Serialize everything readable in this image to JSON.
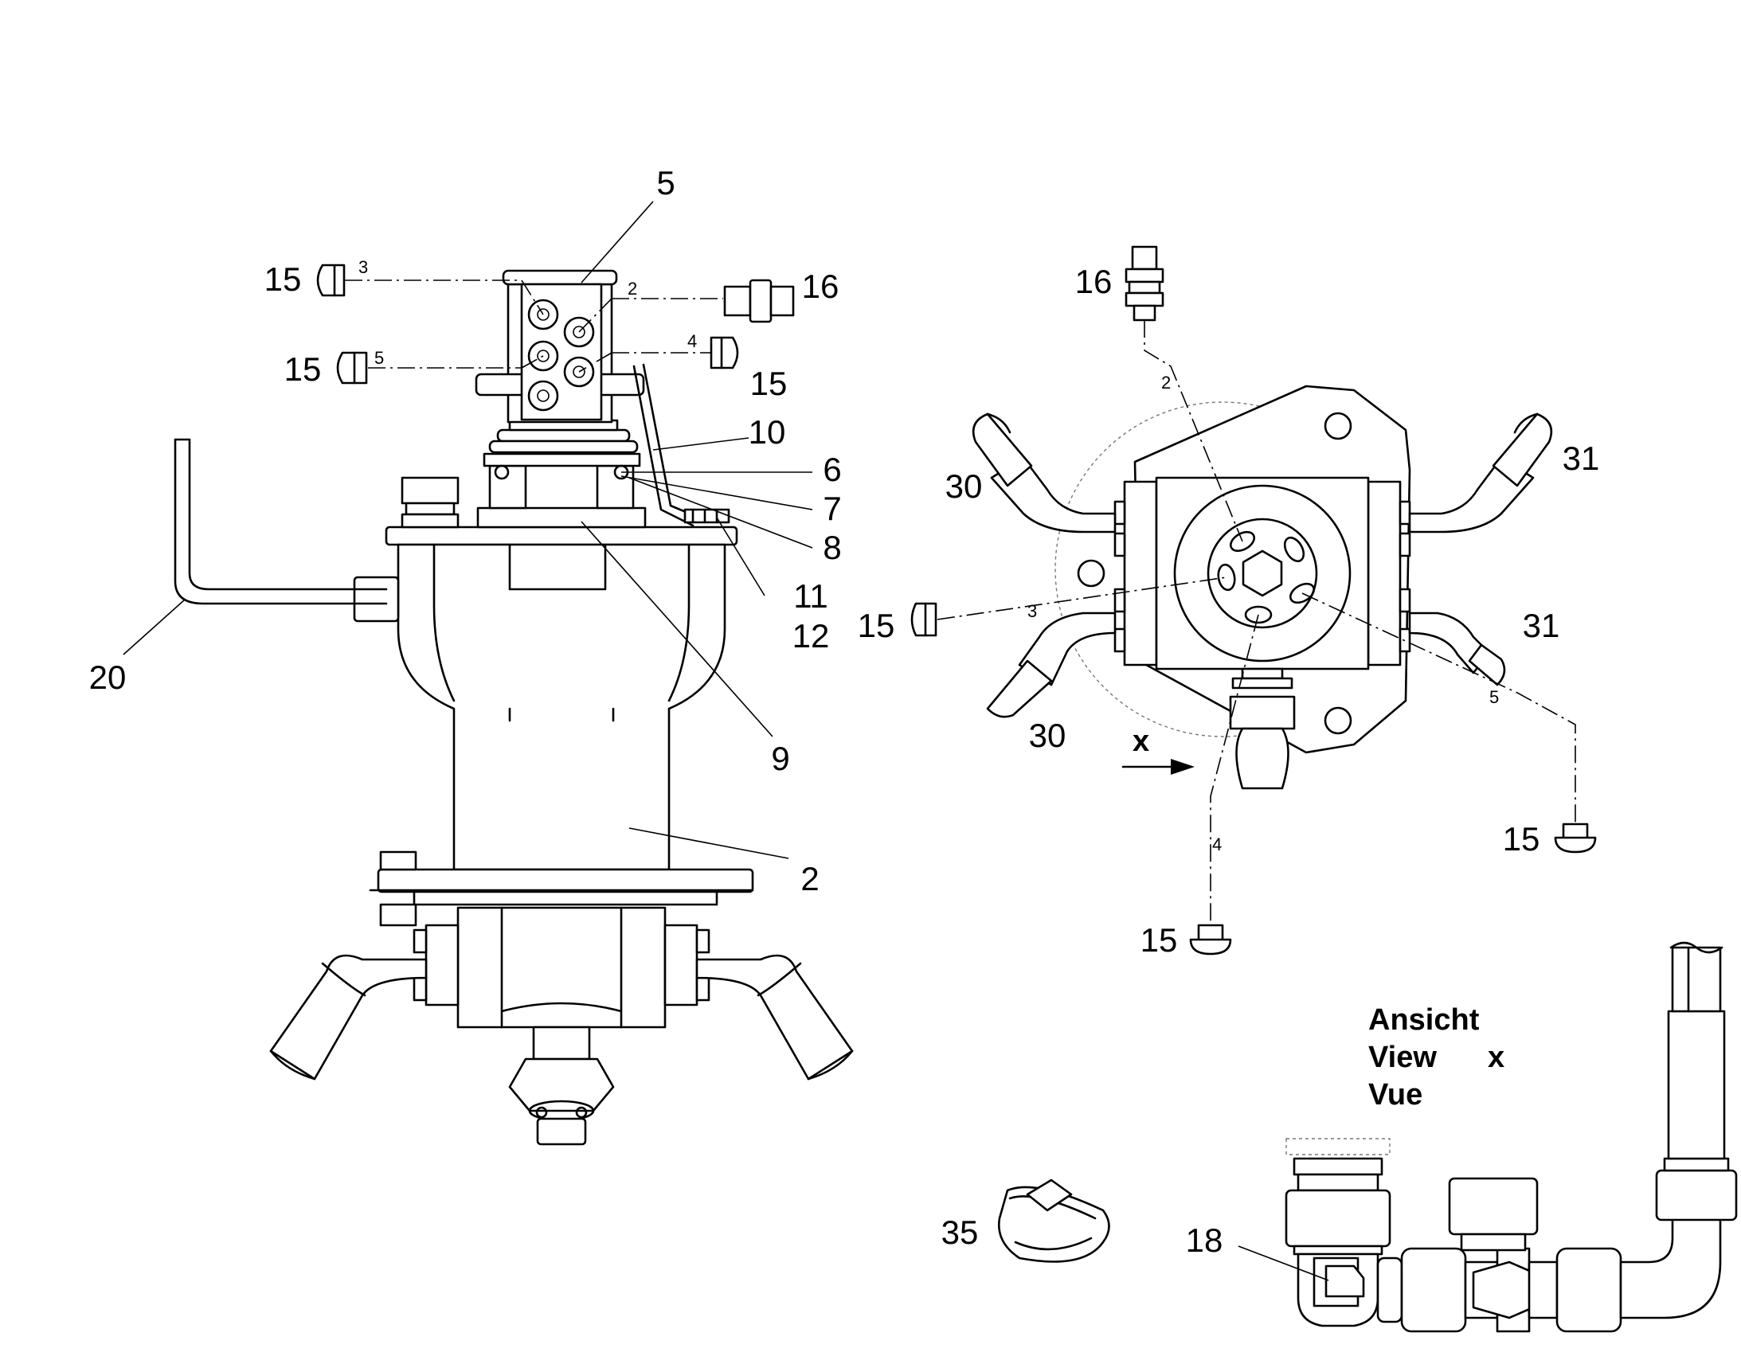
{
  "callouts": {
    "c5": "5",
    "c15a": "15",
    "c15b": "15",
    "c15c": "15",
    "c16a": "16",
    "c10": "10",
    "c6": "6",
    "c7": "7",
    "c8": "8",
    "c11": "11",
    "c12": "12",
    "c20": "20",
    "c9": "9",
    "c2": "2",
    "c16b": "16",
    "c30a": "30",
    "c30b": "30",
    "c31a": "31",
    "c31b": "31",
    "c15d": "15",
    "c15e": "15",
    "c15f": "15",
    "c35": "35",
    "c18": "18"
  },
  "port_marks": {
    "left_3": "3",
    "left_2": "2",
    "left_4": "4",
    "left_5": "5",
    "right_2": "2",
    "right_3": "3",
    "right_4": "4",
    "right_5": "5"
  },
  "view": {
    "arrow_letter": "x",
    "label_de": "Ansicht",
    "label_en": "View",
    "label_fr": "Vue",
    "label_letter": "x"
  }
}
